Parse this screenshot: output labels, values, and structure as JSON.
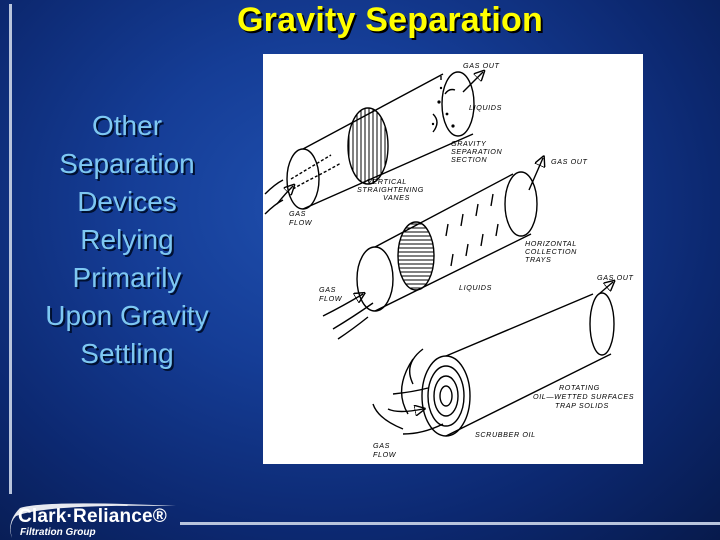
{
  "slide": {
    "title": "Gravity Separation",
    "side_text": [
      "Other",
      "Separation",
      "Devices",
      "Relying",
      "Primarily",
      "Upon Gravity",
      "Settling"
    ]
  },
  "figure": {
    "labels": {
      "gas_out_1": "GAS OUT",
      "liquids_1": "LIQUIDS",
      "gravity_section_1": "GRAVITY",
      "gravity_section_2": "SEPARATION",
      "gravity_section_3": "SECTION",
      "gas_out_2": "GAS OUT",
      "vertical_1": "VERTICAL",
      "vertical_2": "STRAIGHTENING",
      "vertical_3": "VANES",
      "gas_flow_1a": "GAS",
      "gas_flow_1b": "FLOW",
      "horizontal_1": "HORIZONTAL",
      "horizontal_2": "COLLECTION",
      "horizontal_3": "TRAYS",
      "gas_out_3": "GAS OUT",
      "gas_flow_2a": "GAS",
      "gas_flow_2b": "FLOW",
      "liquids_2": "LIQUIDS",
      "rotating_1": "ROTATING",
      "rotating_2": "OIL—WETTED  SURFACES",
      "rotating_3": "TRAP  SOLIDS",
      "scrubber": "SCRUBBER OIL",
      "gas_flow_3a": "GAS",
      "gas_flow_3b": "FLOW"
    }
  },
  "logo": {
    "name": "Clark·Reliance®",
    "subtitle": "Filtration Group"
  }
}
